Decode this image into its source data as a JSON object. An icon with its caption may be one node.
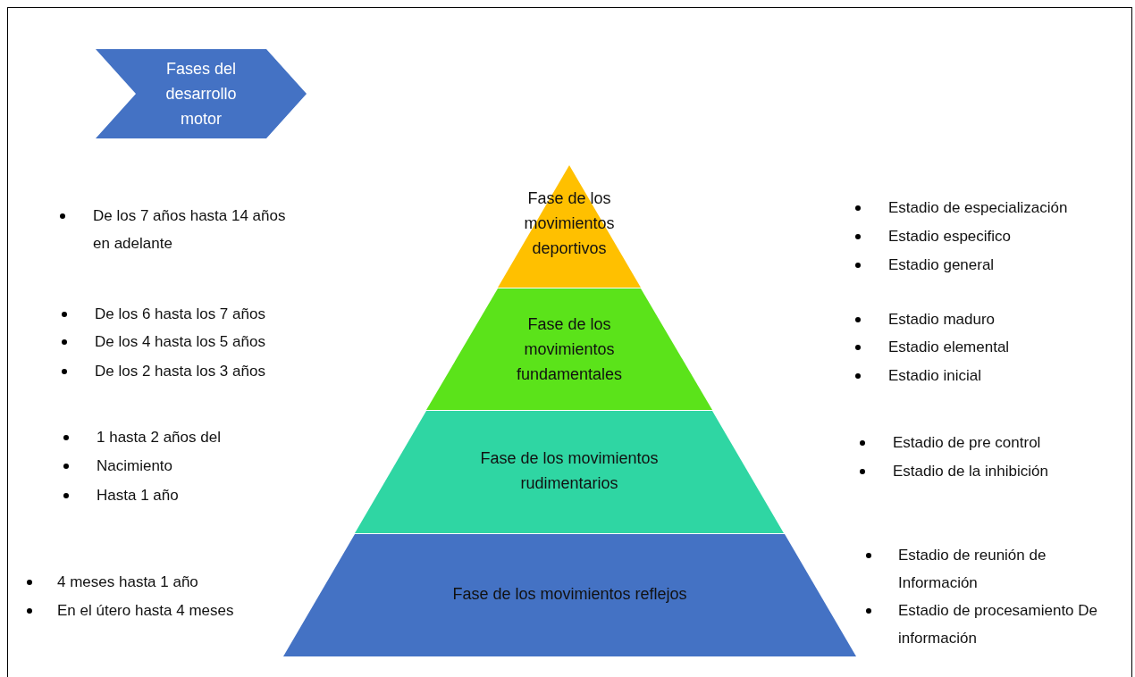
{
  "diagram": {
    "nodes": [
      {
        "text": [
          "Fases del desarrollo motor"
        ]
      },
      {
        "text": [
          "Fase de los movimientos deportivos"
        ]
      },
      {
        "text": [
          "Fase de los movimientos fundamentales"
        ]
      },
      {
        "text": [
          "Fase de los movimientos rudimentarios"
        ]
      },
      {
        "text": [
          "Fase de los movimientos reflejos"
        ]
      }
    ],
    "labels": [
      "De los 7 años hasta 14 años en adelante",
      "Estadio de especialización",
      "Estadio especifico",
      "Estadio general",
      "De los 6 hasta los 7 años",
      "De los 4 hasta los 5 años",
      "De los 2 hasta los 3 años",
      "Estadio maduro",
      "Estadio elemental",
      "Estadio inicial",
      "1 hasta 2 años del",
      "Nacimiento",
      "Hasta 1 año",
      "Estadio de pre control",
      "Estadio de la inhibición",
      "4 meses hasta 1 año",
      "En el útero hasta 4 meses",
      "Estadio de reunión de Información",
      "Estadio de procesamiento De información"
    ]
  }
}
